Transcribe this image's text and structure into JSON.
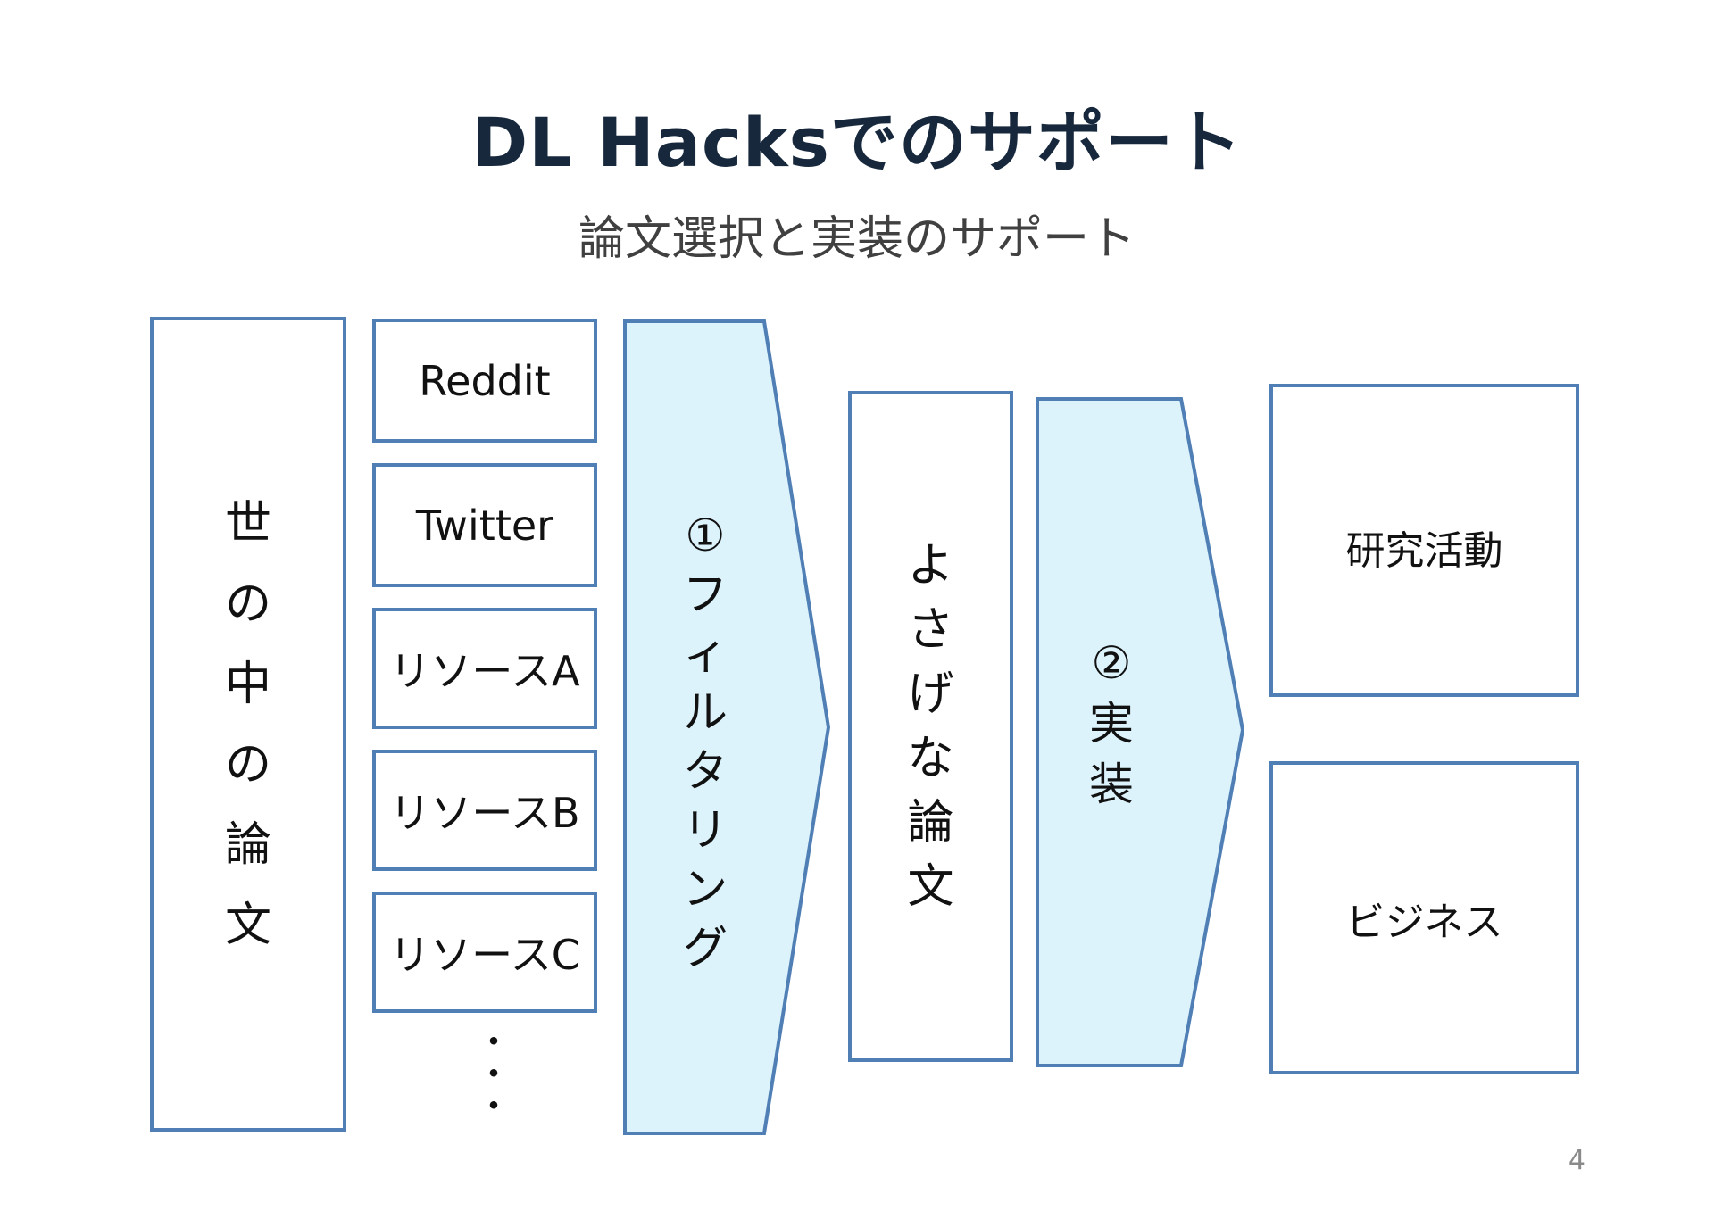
{
  "title": "DL Hacksでのサポート",
  "subtitle": "論文選択と実装のサポート",
  "world_papers": [
    "世",
    "の",
    "中",
    "の",
    "論",
    "文"
  ],
  "sources": [
    "Reddit",
    "Twitter",
    "リソースA",
    "リソースB",
    "リソースC"
  ],
  "ellipsis": [
    "・",
    "・",
    "・"
  ],
  "filtering": [
    "①",
    "フ",
    "ィ",
    "ル",
    "タ",
    "リ",
    "ン",
    "グ"
  ],
  "good_papers": [
    "よ",
    "さ",
    "げ",
    "な",
    "論",
    "文"
  ],
  "implementation": [
    "②",
    "実",
    "装"
  ],
  "outcomes": [
    "研究活動",
    "ビジネス"
  ],
  "page_number": "4",
  "colors": {
    "border": "#4f7fb5",
    "arrow_fill": "#dcf3fc",
    "title": "#17283d"
  }
}
